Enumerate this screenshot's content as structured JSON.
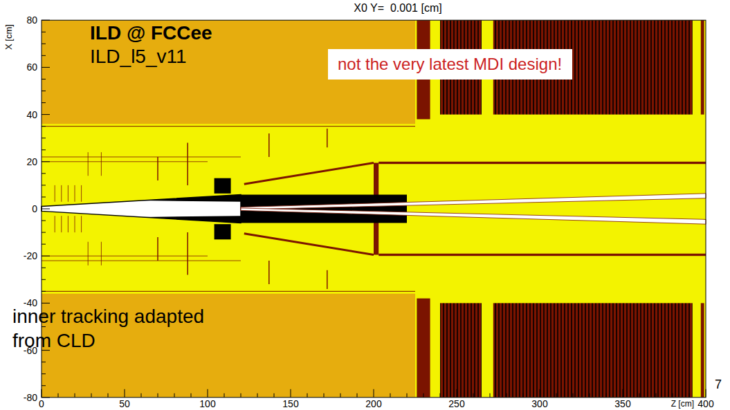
{
  "diagram": {
    "title": "X0 Y=  0.001 [cm]",
    "nodes": [
      {
        "text": [
          "not the very latest MDI design!"
        ]
      }
    ],
    "labels": [
      "X [cm]",
      "Z [cm]",
      "80",
      "60",
      "40",
      "20",
      "0",
      "-20",
      "-40",
      "-60",
      "-80",
      "0",
      "50",
      "100",
      "150",
      "200",
      "250",
      "300",
      "350",
      "400",
      "ILD @ FCCee",
      "ILD_l5_v11",
      "inner tracking adapted from CLD",
      "7"
    ]
  }
}
